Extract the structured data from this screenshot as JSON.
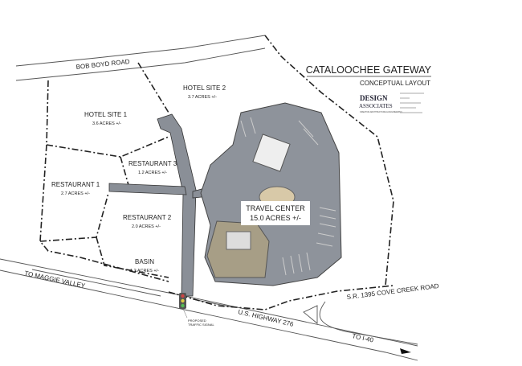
{
  "title": "CATALOOCHEE GATEWAY",
  "subtitle": "CONCEPTUAL LAYOUT",
  "logo": {
    "line1": "DESIGN",
    "line2": "ASSOCIATES",
    "tagline": "CREATIVE ARCHITECTURE & ENGINEERING"
  },
  "roads": {
    "bob_boyd": "BOB BOYD ROAD",
    "maggie": "TO MAGGIE VALLEY",
    "sr1395": "S.R. 1395 COVE CREEK ROAD",
    "hwy276": "U.S. HIGHWAY 276",
    "i40": "TO I-40"
  },
  "signal": {
    "line1": "PROPOSED",
    "line2": "TRAFFIC SIGNAL"
  },
  "parcels": [
    {
      "name": "HOTEL SITE 2",
      "area": "3.7 ACRES +/-"
    },
    {
      "name": "HOTEL SITE 1",
      "area": "3.6 ACRES +/-"
    },
    {
      "name": "RESTAURANT 3",
      "area": "1.2 ACRES +/-"
    },
    {
      "name": "RESTAURANT 1",
      "area": "2.7 ACRES +/-"
    },
    {
      "name": "RESTAURANT 2",
      "area": "2.0 ACRES +/-"
    },
    {
      "name": "BASIN",
      "area": "1.2 ACRES +/-"
    },
    {
      "name": "TRAVEL CENTER",
      "area": "15.0 ACRES +/-"
    }
  ]
}
